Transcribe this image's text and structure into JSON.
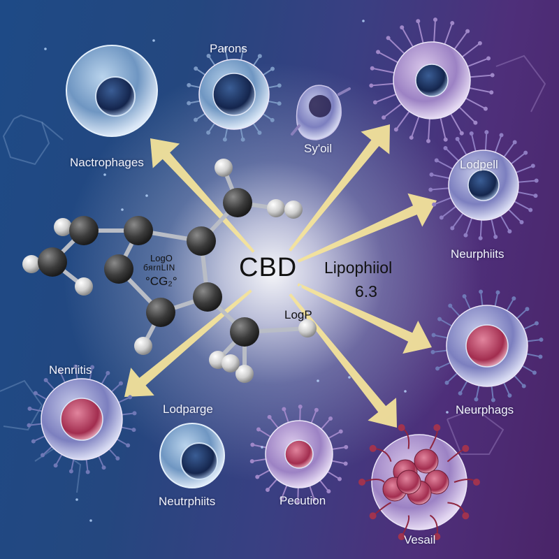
{
  "diagram": {
    "center": {
      "compound": "CBD",
      "property_label": "Lipophiiol",
      "property_value": "6.3",
      "logp_label": "LogP"
    },
    "molecule_labels": [
      "LogO",
      "бяrпLIN",
      "°CG₂°"
    ],
    "cells": [
      {
        "id": "nactrophages",
        "label": "Nactrophages",
        "style": "smooth-blue",
        "nucleus_color": "#1d3a66"
      },
      {
        "id": "parons",
        "label": "Parons",
        "style": "spiky-blue",
        "nucleus_color": "#2a4a7a"
      },
      {
        "id": "syoil",
        "label": "Sy'oil",
        "style": "amoeboid-purple",
        "nucleus_color": "#25204a"
      },
      {
        "id": "top-right-cell",
        "label": "",
        "style": "spiky-purple",
        "nucleus_color": "#1f2d5c"
      },
      {
        "id": "lodpell",
        "label": "Lodpell",
        "style": "spiky-purple",
        "nucleus_color": "#1f2d5c"
      },
      {
        "id": "neurphiits",
        "label": "Neurphiits",
        "style": "label-only",
        "nucleus_color": ""
      },
      {
        "id": "neurphags",
        "label": "Neurphags",
        "style": "spiky-blue-red",
        "nucleus_color": "#b0405e"
      },
      {
        "id": "nenriitis",
        "label": "Nenriitis",
        "style": "spiky-blue-red",
        "nucleus_color": "#b83a5c"
      },
      {
        "id": "lodparge",
        "label": "Lodparge",
        "style": "label-only",
        "nucleus_color": ""
      },
      {
        "id": "neutrphiits",
        "label": "Neutrphiits",
        "style": "smooth-blue",
        "nucleus_color": "#1d3a66"
      },
      {
        "id": "pecution",
        "label": "Pecution",
        "style": "spiky-purple-red",
        "nucleus_color": "#9e2f4e"
      },
      {
        "id": "vesail",
        "label": "Vesail",
        "style": "cluster-purple",
        "nucleus_color": "#8e2540"
      }
    ],
    "arrow_color": "#f4e39a",
    "arrows": [
      {
        "to": "nactrophages",
        "direction": "up-left"
      },
      {
        "to": "top-right-cell",
        "direction": "up-right"
      },
      {
        "to": "lodpell",
        "direction": "right-up"
      },
      {
        "to": "neurphags",
        "direction": "right-down"
      },
      {
        "to": "vesail",
        "direction": "down-right"
      },
      {
        "to": "nenriitis",
        "direction": "down-left"
      }
    ]
  }
}
